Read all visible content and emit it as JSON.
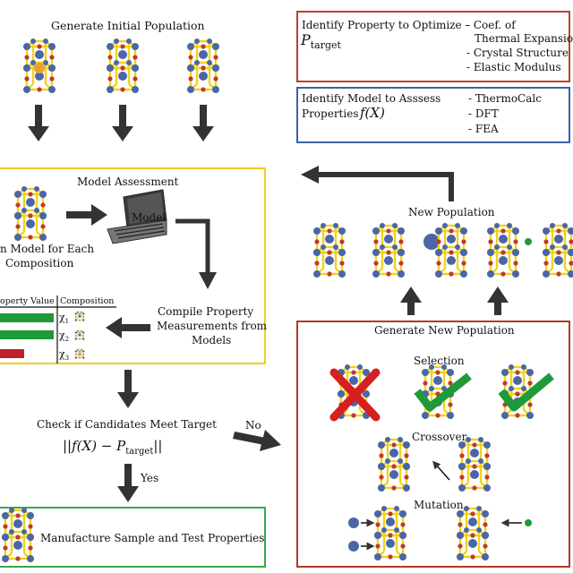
{
  "top": {
    "generate_initial": "Generate Initial Population"
  },
  "property_box": {
    "title": "Identify Property to Optimize -",
    "symbol": "P",
    "symbol_sub": "target",
    "items": [
      "- Coef. of",
      "Thermal Expansion",
      "- Crystal Structure",
      "- Elastic Modulus"
    ]
  },
  "model_box": {
    "line1": "Identify Model to Asssess",
    "line2": "Properties",
    "func": "f(X)",
    "items": [
      "- ThermoCalc",
      "- DFT",
      "- FEA"
    ]
  },
  "assessment": {
    "title": "Model Assessment",
    "model_label": "Model",
    "run_model": [
      "n Model for Each",
      "Composition"
    ],
    "compile": [
      "Compile Property",
      "Measurements from",
      "Models"
    ],
    "table_header_value": "operty Value",
    "table_header_comp": "Composition",
    "rows": [
      {
        "label": "χ",
        "sub": "1",
        "color": "#1e9a3a",
        "value": 1.0
      },
      {
        "label": "χ",
        "sub": "2",
        "color": "#1e9a3a",
        "value": 1.0
      },
      {
        "label": "χ",
        "sub": "3",
        "color": "#c0202a",
        "value": 0.45
      }
    ]
  },
  "check": {
    "title": "Check if Candidates Meet Target",
    "formula_left": "||f(X) − P",
    "formula_sub": "target",
    "formula_right": "||",
    "yes": "Yes",
    "no": "No"
  },
  "manufacture": {
    "label": "Manufacture Sample and Test Properties"
  },
  "new_population": {
    "label": "New Population"
  },
  "generate_new": {
    "title": "Generate New Population",
    "selection": "Selection",
    "crossover": "Crossover",
    "mutation": "Mutation"
  },
  "colors": {
    "red_border": "#c0402a",
    "blue_border": "#3a62a8",
    "yellow_border": "#f2cf1e",
    "green_border": "#3aa84a",
    "dark_red_border": "#b03a24",
    "arrow": "#333333",
    "bond": "#f2d21a",
    "atom_blue": "#4a66a8",
    "atom_red": "#c03a2a",
    "atom_green": "#1f9a3a"
  }
}
